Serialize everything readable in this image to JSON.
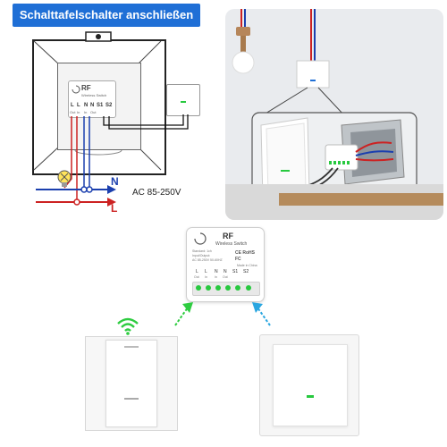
{
  "diagram": {
    "title": "Schalttafelschalter anschließen",
    "voltage_label": "AC 85-250V",
    "neutral_label": "N",
    "line_label": "L",
    "module_brand": "RF",
    "module_subtitle": "Wireless Switch",
    "terminals": [
      "L",
      "L",
      "N",
      "N",
      "S1",
      "S2"
    ],
    "terminal_sub": [
      "Out",
      "In",
      "In",
      "Out",
      "",
      ""
    ]
  },
  "module_big": {
    "brand": "RF",
    "subtitle": "Wireless Switch",
    "spec_line1": "Standard: 1ch",
    "spec_line2": "Input/Output:",
    "spec_line3": "AC 85-250V 50-60HZ",
    "certs": "CE RoHS",
    "fcc": "FC",
    "made_in": "Made in China",
    "terminals": [
      "L",
      "L",
      "N",
      "N",
      "S1",
      "S2"
    ],
    "terminal_sub": [
      "Out",
      "In",
      "In",
      "Out",
      "",
      ""
    ]
  },
  "colors": {
    "banner_blue": "#1f6fd6",
    "live_red": "#cc2222",
    "neutral_blue": "#1b3fae",
    "arrow_green": "#2ecc40",
    "arrow_cyan": "#2aa6e0",
    "led_green": "#27c93f"
  },
  "icons": [
    "wifi-icon",
    "bulb-icon",
    "arrow-up-right-icon",
    "arrow-up-left-icon"
  ]
}
